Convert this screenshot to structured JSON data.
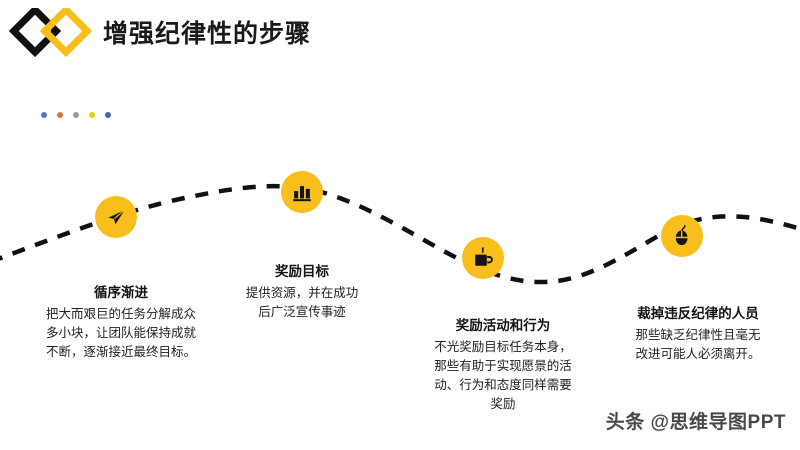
{
  "slide": {
    "background_color": "#ffffff",
    "accent_color": "#f8bf1c",
    "title": "增强纪律性的步骤"
  },
  "logo": {
    "name": "double-diamond-logo",
    "left_diamond_color": "#111111",
    "right_diamond_color": "#f8bf1c"
  },
  "dots": [
    {
      "name": "dot-1",
      "color": "#4a7ec4"
    },
    {
      "name": "dot-2",
      "color": "#e0762a"
    },
    {
      "name": "dot-3",
      "color": "#9a9a9a"
    },
    {
      "name": "dot-4",
      "color": "#f2c51c"
    },
    {
      "name": "dot-5",
      "color": "#3f62b5"
    }
  ],
  "path": {
    "name": "dashed-journey-path",
    "color": "#111111",
    "stroke_width": 4,
    "dash": "13 11"
  },
  "steps": [
    {
      "icon": "cursor-pointer-icon",
      "title": "循序渐进",
      "body": "把大而艰巨的任务分解成众多小块，让团队能保持成就不断，逐渐接近最终目标。",
      "body_lines": [
        "把大而艰巨的任务分解成众",
        "多小块，让团队能保持成就",
        "不断，逐渐接近最终目标。"
      ]
    },
    {
      "icon": "bar-chart-icon",
      "title": "奖励目标",
      "body": "提供资源，并在成功后广泛宣传事迹",
      "body_lines": [
        "提供资源，并在成功",
        "后广泛宣传事迹"
      ]
    },
    {
      "icon": "coffee-cup-icon",
      "title": "奖励活动和行为",
      "body": "不光奖励目标任务本身，那些有助于实现愿景的活动、行为和态度同样需要奖励",
      "body_lines": [
        "不光奖励目标任务本身，",
        "那些有助于实现愿景的活",
        "动、行为和态度同样需要",
        "奖励"
      ]
    },
    {
      "icon": "computer-mouse-icon",
      "title": "裁掉违反纪律的人员",
      "body": "那些缺乏纪律性且毫无改进可能人必须离开。",
      "body_lines": [
        "那些缺乏纪律性且毫无",
        "改进可能人必须离开。"
      ]
    }
  ],
  "watermark": {
    "text": "头条 @思维导图PPT"
  }
}
